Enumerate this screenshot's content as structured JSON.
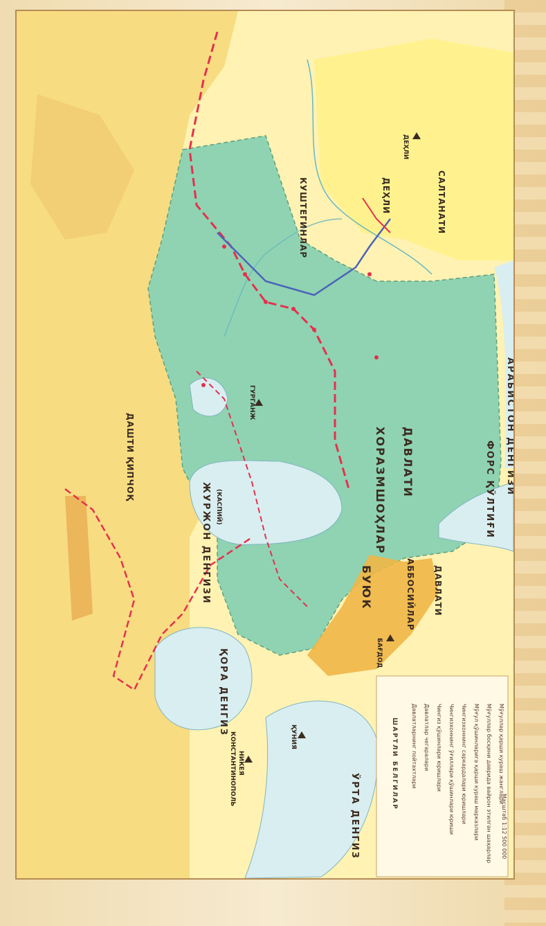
{
  "map": {
    "labels": {
      "khorezm_state": "ХОРАЗМШОҲЛАР",
      "great_prefix": "БУЮК",
      "state_word": "ДАВЛАТИ",
      "abbasid": "АББОСИЙЛАР",
      "abbasid_state": "ДАВЛАТИ",
      "sultanate": "САЛТАНАТИ",
      "delhi": "ДЕҲЛИ",
      "kushteginlar": "КУШТЕГИНЛАР",
      "desht": "ДАШТИ ҚИПЧОҚ",
      "caspian": "ЖУРЖОН ДЕНГИЗИ",
      "caspian_note": "(КАСПИЙ)",
      "black_sea": "ҚОРА ДЕНГИЗ",
      "mediterranean": "ЎРТА ДЕНГИЗ",
      "arabian_sea": "АРАБИСТОН ДЕНГИЗИ",
      "persian_gulf": "ФОРС ҚЎЛТИҒИ",
      "constantinople": "КОНСТАНТИНОПОЛЬ",
      "baghdad": "БАҒДОД",
      "gurganj": "ГУРГАНЖ",
      "delhi_city": "ДЕҲЛИ",
      "konya": "ҚУНИЯ",
      "nicaea": "НИКЕЯ"
    },
    "legend": {
      "title": "ШАРТЛИ БЕЛГИЛАР",
      "items": [
        "Давлатларнинг пойтахтлари",
        "Давлатлар чегаралари",
        "Чингиз қўшинлари юришлари",
        "Чингизхоннинг ўғиллари қўшинлари юриши",
        "Чингизхоннинг саркардалари юришлари",
        "Мўғул қўшинларига қарши кураш марказлари",
        "Мўғуллар босқини даврида вайрон этилган шаҳарлар",
        "Мўғуллар қарши кураш жанглари"
      ],
      "scale": "Масштаб 1:12 500 000"
    }
  }
}
